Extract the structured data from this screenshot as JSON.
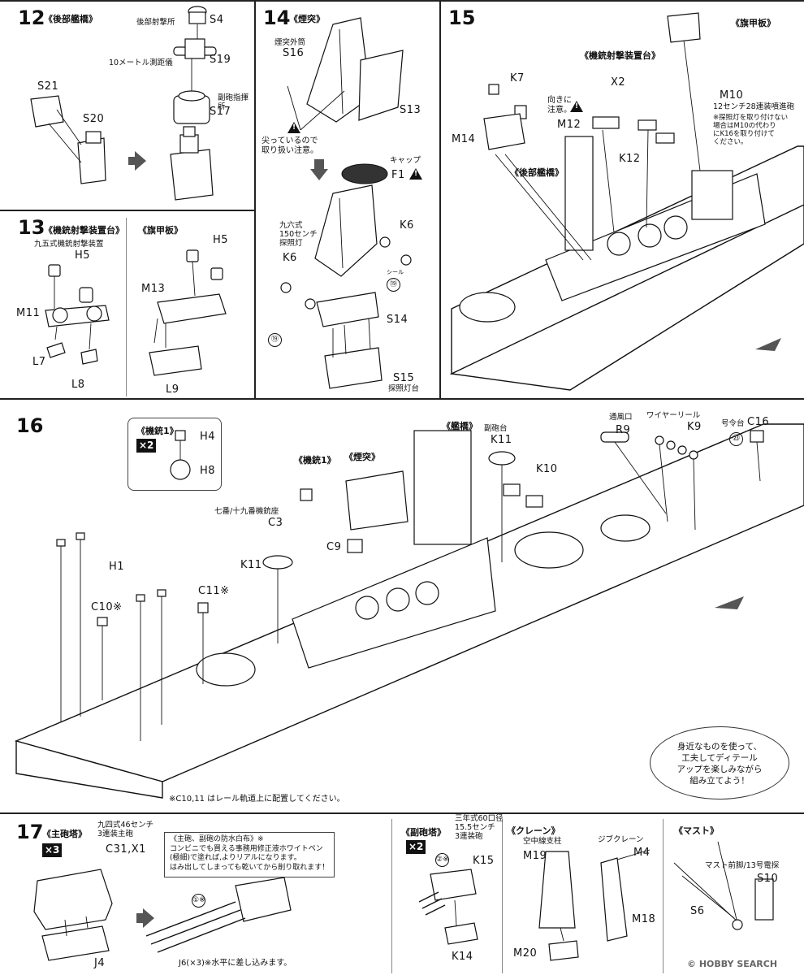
{
  "steps": {
    "s12": {
      "num": "12",
      "title": "《後部艦橋》",
      "labels": {
        "s4": "S4",
        "s4_sub": "後部射撃所",
        "s19": "S19",
        "s19_sub": "10メートル測距儀",
        "s17": "S17",
        "s17_sub": "副砲指揮所",
        "s21": "S21",
        "s20": "S20"
      }
    },
    "s13": {
      "num": "13",
      "title": "《機銃射撃装置台》",
      "title2": "《旗甲板》",
      "labels": {
        "h5a_sub": "九五式機銃射撃装置",
        "h5a": "H5",
        "m11": "M11",
        "l7": "L7",
        "l8": "L8",
        "h5b": "H5",
        "m13": "M13",
        "l9": "L9"
      }
    },
    "s14": {
      "num": "14",
      "title": "《煙突》",
      "labels": {
        "s16_sub": "煙突外筒",
        "s16": "S16",
        "s13": "S13",
        "warn_note": "尖っているので\n取り扱い注意。",
        "f1_sub": "キャップ",
        "f1": "F1",
        "lamp_sub": "九六式\n150センチ\n探照灯",
        "k6a": "K6",
        "k6b": "K6",
        "seal_sub": "シール",
        "seal19a": "⑲",
        "seal19b": "⑲",
        "s14": "S14",
        "s15": "S15",
        "s15_sub": "探照灯台"
      }
    },
    "s15": {
      "num": "15",
      "title_a": "《機銃射撃装置台》",
      "title_b": "《旗甲板》",
      "title_c": "《後部艦橋》",
      "labels": {
        "k7": "K7",
        "x2": "X2",
        "m10": "M10",
        "m10_sub": "12センチ28連装噴進砲",
        "m10_note": "※探照灯を取り付けない\n場合はM10の代わり\nにK16を取り付けて\nください。",
        "m14": "M14",
        "m12": "M12",
        "m12_note": "向きに\n注意。",
        "k12": "K12"
      }
    },
    "s16": {
      "num": "16",
      "inset_title": "《機銃1》",
      "inset_mult": "×2",
      "labels": {
        "h4": "H4",
        "h8": "H8",
        "kiju": "《機銃1》",
        "entotsu": "《煙突》",
        "kankyo": "《艦橋》",
        "fukuhoudai_sub": "副砲台",
        "k11a": "K11",
        "k10": "K10",
        "tsufu_sub": "通風口",
        "r9": "R9",
        "wire_sub": "ワイヤーリール",
        "k9": "K9",
        "gou_sub": "号令台",
        "c16": "C16",
        "seal23": "㉓",
        "c3_sub": "七番/十九番機銃座",
        "c3": "C3",
        "c9": "C9",
        "k11b": "K11",
        "h1": "H1",
        "c10": "C10※",
        "c11": "C11※",
        "footnote": "※C10,11 はレール軌道上に配置してください。"
      },
      "bubble": "身近なものを使って、\n工夫してディテール\nアップを楽しみながら\n組み立てよう！"
    },
    "s17": {
      "num": "17",
      "title": "《主砲塔》",
      "mult": "×3",
      "labels": {
        "main_sub": "九四式46センチ\n3連装主砲",
        "c31": "C31,X1",
        "j4": "J4",
        "note": "《主砲、副砲の防水白布》※\nコンビニでも買える事務用修正液ホワイトペン\n(極細)で塗れば,よりリアルになります。\nはみ出してしまっても乾いてから削り取れます！",
        "seal1": "①※",
        "j6": "J6(×3)※水平に差し込みます。"
      }
    },
    "s17b": {
      "title": "《副砲塔》",
      "mult": "×2",
      "labels": {
        "sub_sub": "三年式60口径\n15.5センチ\n3連装砲",
        "seal2": "②※",
        "k15": "K15",
        "k14": "K14"
      }
    },
    "s17c": {
      "title": "《クレーン》",
      "labels": {
        "m19_sub": "空中線支柱",
        "m19": "M19",
        "jib_sub": "ジブクレーン",
        "m4": "M4",
        "m18": "M18",
        "m20": "M20"
      }
    },
    "s17d": {
      "title": "《マスト》",
      "labels": {
        "s10_sub": "マスト前脚/13号電探",
        "s10": "S10",
        "s6": "S6"
      }
    }
  },
  "watermark": "© HOBBY SEARCH"
}
